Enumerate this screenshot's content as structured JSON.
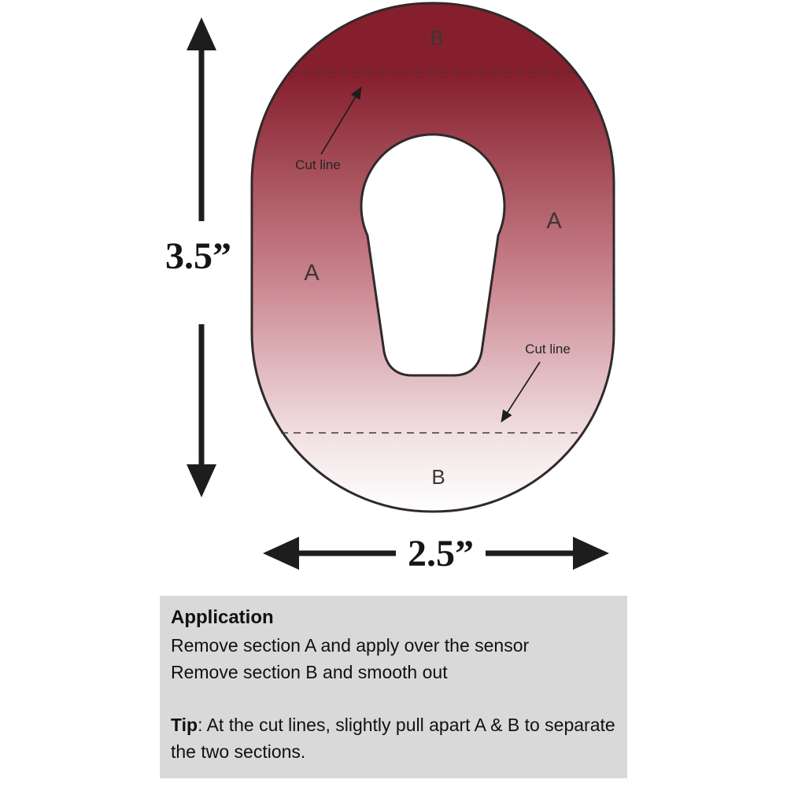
{
  "colors": {
    "patch_top": "#861f2d",
    "patch_mid": "#c9838d",
    "patch_low": "#f2e3e5",
    "patch_bottom": "#ffffff",
    "outline": "#2f2a2b",
    "arrow_black": "#1d1d1d",
    "panel_bg": "#d9d9d9"
  },
  "patch": {
    "label_b_top": "B",
    "label_b_bottom": "B",
    "label_a_left": "A",
    "label_a_right": "A",
    "cut_line_top": "Cut line",
    "cut_line_bottom": "Cut line"
  },
  "dimensions": {
    "height_label": "3.5”",
    "width_label": "2.5”"
  },
  "panel": {
    "title": "Application",
    "line1": "Remove section A and apply over the sensor",
    "line2": "Remove section B and smooth out",
    "tip_label": "Tip",
    "tip_body": ": At the cut lines, slightly pull apart A & B to separate the two sections."
  }
}
